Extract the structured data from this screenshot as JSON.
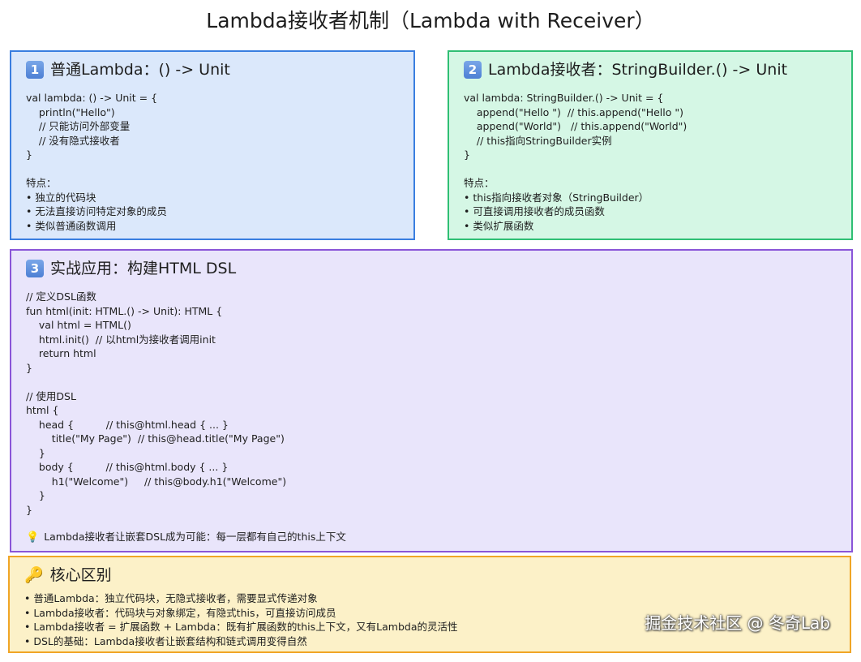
{
  "title": "Lambda接收者机制（Lambda with Receiver）",
  "box1": {
    "num": "1",
    "heading": "普通Lambda：() -> Unit",
    "code": "val lambda: () -> Unit = {\n    println(\"Hello\")\n    // 只能访问外部变量\n    // 没有隐式接收者\n}\n\n特点：\n• 独立的代码块\n• 无法直接访问特定对象的成员\n• 类似普通函数调用"
  },
  "box2": {
    "num": "2",
    "heading": "Lambda接收者：StringBuilder.() -> Unit",
    "code": "val lambda: StringBuilder.() -> Unit = {\n    append(\"Hello \")  // this.append(\"Hello \")\n    append(\"World\")   // this.append(\"World\")\n    // this指向StringBuilder实例\n}\n\n特点：\n• this指向接收者对象（StringBuilder）\n• 可直接调用接收者的成员函数\n• 类似扩展函数"
  },
  "box3": {
    "num": "3",
    "heading": "实战应用：构建HTML DSL",
    "code": "// 定义DSL函数\nfun html(init: HTML.() -> Unit): HTML {\n    val html = HTML()\n    html.init()  // 以html为接收者调用init\n    return html\n}\n\n// 使用DSL\nhtml {\n    head {          // this@html.head { ... }\n        title(\"My Page\")  // this@head.title(\"My Page\")\n    }\n    body {          // this@html.body { ... }\n        h1(\"Welcome\")     // this@body.h1(\"Welcome\")\n    }\n}",
    "tip_icon": "💡",
    "tip": "Lambda接收者让嵌套DSL成为可能：每一层都有自己的this上下文"
  },
  "box4": {
    "icon": "🔑",
    "heading": "核心区别",
    "points": "• 普通Lambda：独立代码块，无隐式接收者，需要显式传递对象\n• Lambda接收者：代码块与对象绑定，有隐式this，可直接访问成员\n• Lambda接收者 = 扩展函数 + Lambda：既有扩展函数的this上下文，又有Lambda的灵活性\n• DSL的基础：Lambda接收者让嵌套结构和链式调用变得自然"
  },
  "watermark": "掘金技术社区 @ 冬奇Lab"
}
